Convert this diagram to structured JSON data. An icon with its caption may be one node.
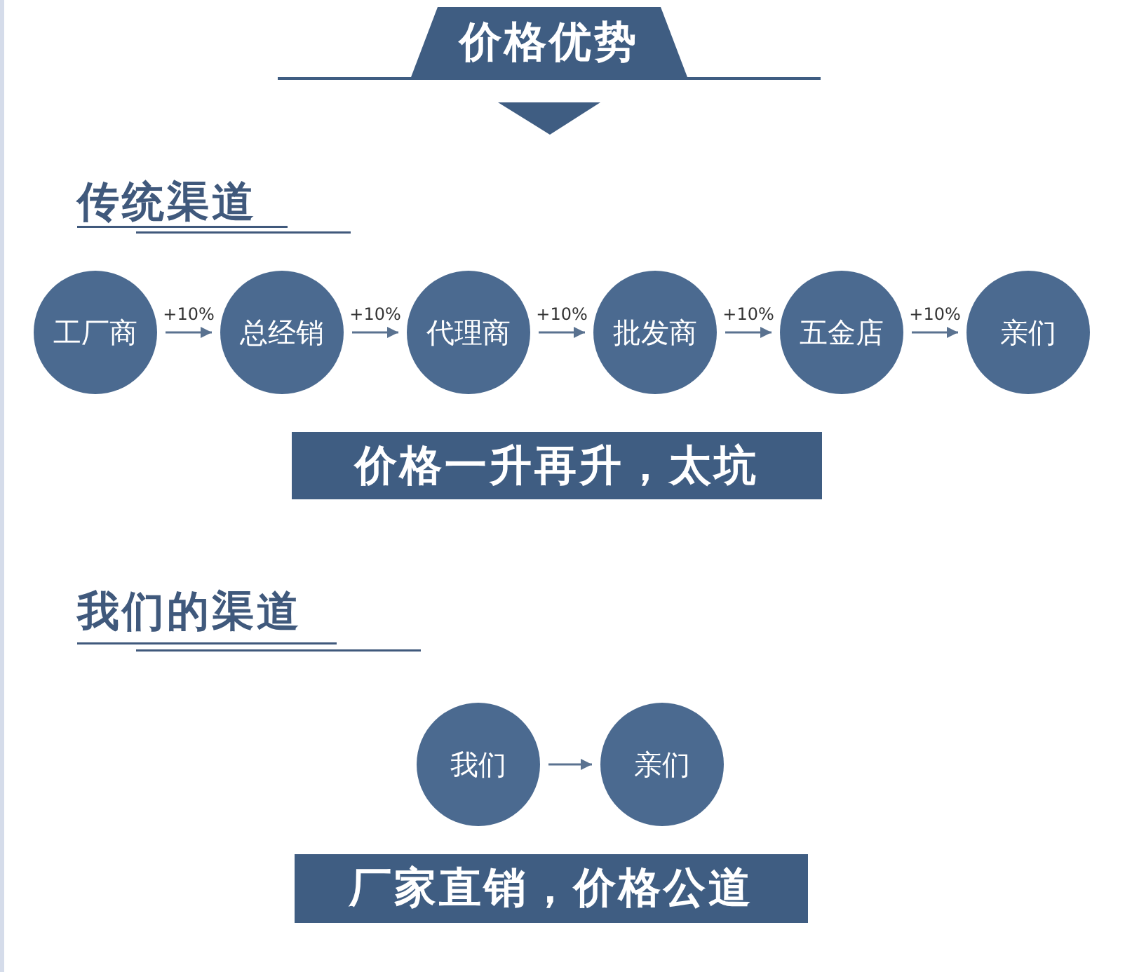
{
  "diagram": {
    "title": "价格优势",
    "nodes": [
      {
        "text": [
          "工厂商"
        ]
      },
      {
        "text": [
          "总经销"
        ]
      },
      {
        "text": [
          "代理商"
        ]
      },
      {
        "text": [
          "批发商"
        ]
      },
      {
        "text": [
          "五金店"
        ]
      },
      {
        "text": [
          "亲们"
        ]
      },
      {
        "text": [
          "价格一升再升，太坑"
        ]
      },
      {
        "text": [
          "我们"
        ]
      },
      {
        "text": [
          "亲们"
        ]
      },
      {
        "text": [
          "厂家直销，价格公道"
        ]
      }
    ],
    "edges": [
      {
        "from": 0,
        "to": 1,
        "arrow": "to",
        "label": "+10%"
      },
      {
        "from": 1,
        "to": 2,
        "arrow": "to",
        "label": "+10%"
      },
      {
        "from": 2,
        "to": 3,
        "arrow": "to",
        "label": "+10%"
      },
      {
        "from": 3,
        "to": 4,
        "arrow": "to",
        "label": "+10%"
      },
      {
        "from": 4,
        "to": 5,
        "arrow": "to",
        "label": "+10%"
      },
      {
        "from": 7,
        "to": 8,
        "arrow": "to"
      }
    ],
    "labels": [
      "传统渠道",
      "我们的渠道"
    ]
  }
}
